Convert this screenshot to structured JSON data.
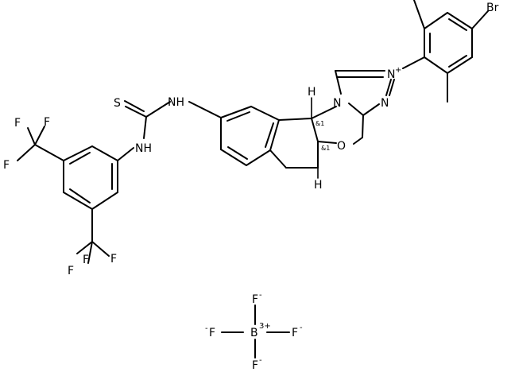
{
  "atoms": {
    "br": "Br",
    "n_plus": "N",
    "n_plus_charge": "+",
    "n_ring": "N",
    "n_imine": "N",
    "o_ring": "O",
    "s": "S",
    "nh_left": "NH",
    "nh_right": "NH",
    "h_top": "H",
    "h_bottom": "H",
    "stereo_top": "&1",
    "stereo_bottom": "&1",
    "f_labels": [
      "F",
      "F",
      "F",
      "F",
      "F",
      "F"
    ]
  },
  "counterion": {
    "boron": "B",
    "boron_charge": "3+",
    "fluorines": [
      "F",
      "F",
      "F",
      "F"
    ],
    "fluoride_charge": "-"
  }
}
